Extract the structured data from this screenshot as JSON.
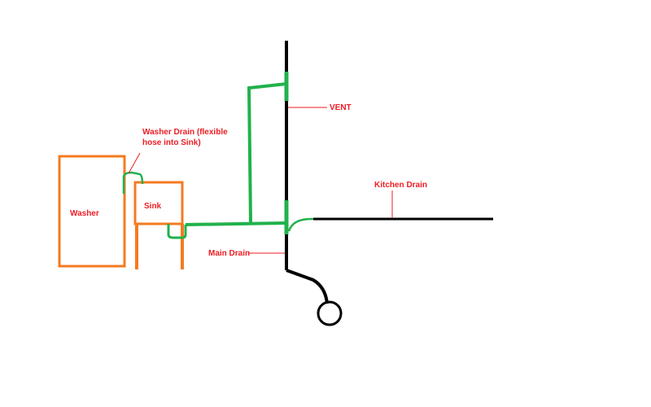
{
  "labels": {
    "washer": "Washer",
    "sink": "Sink",
    "washer_drain_line1": "Washer Drain (flexible",
    "washer_drain_line2": "hose into Sink)",
    "vent": "VENT",
    "kitchen_drain": "Kitchen Drain",
    "main_drain": "Main Drain"
  },
  "colors": {
    "fixture": "#f47b20",
    "new_pipe": "#22b14c",
    "existing_pipe": "#000000",
    "label_text": "#ed1c24",
    "leader": "#ed1c24"
  }
}
